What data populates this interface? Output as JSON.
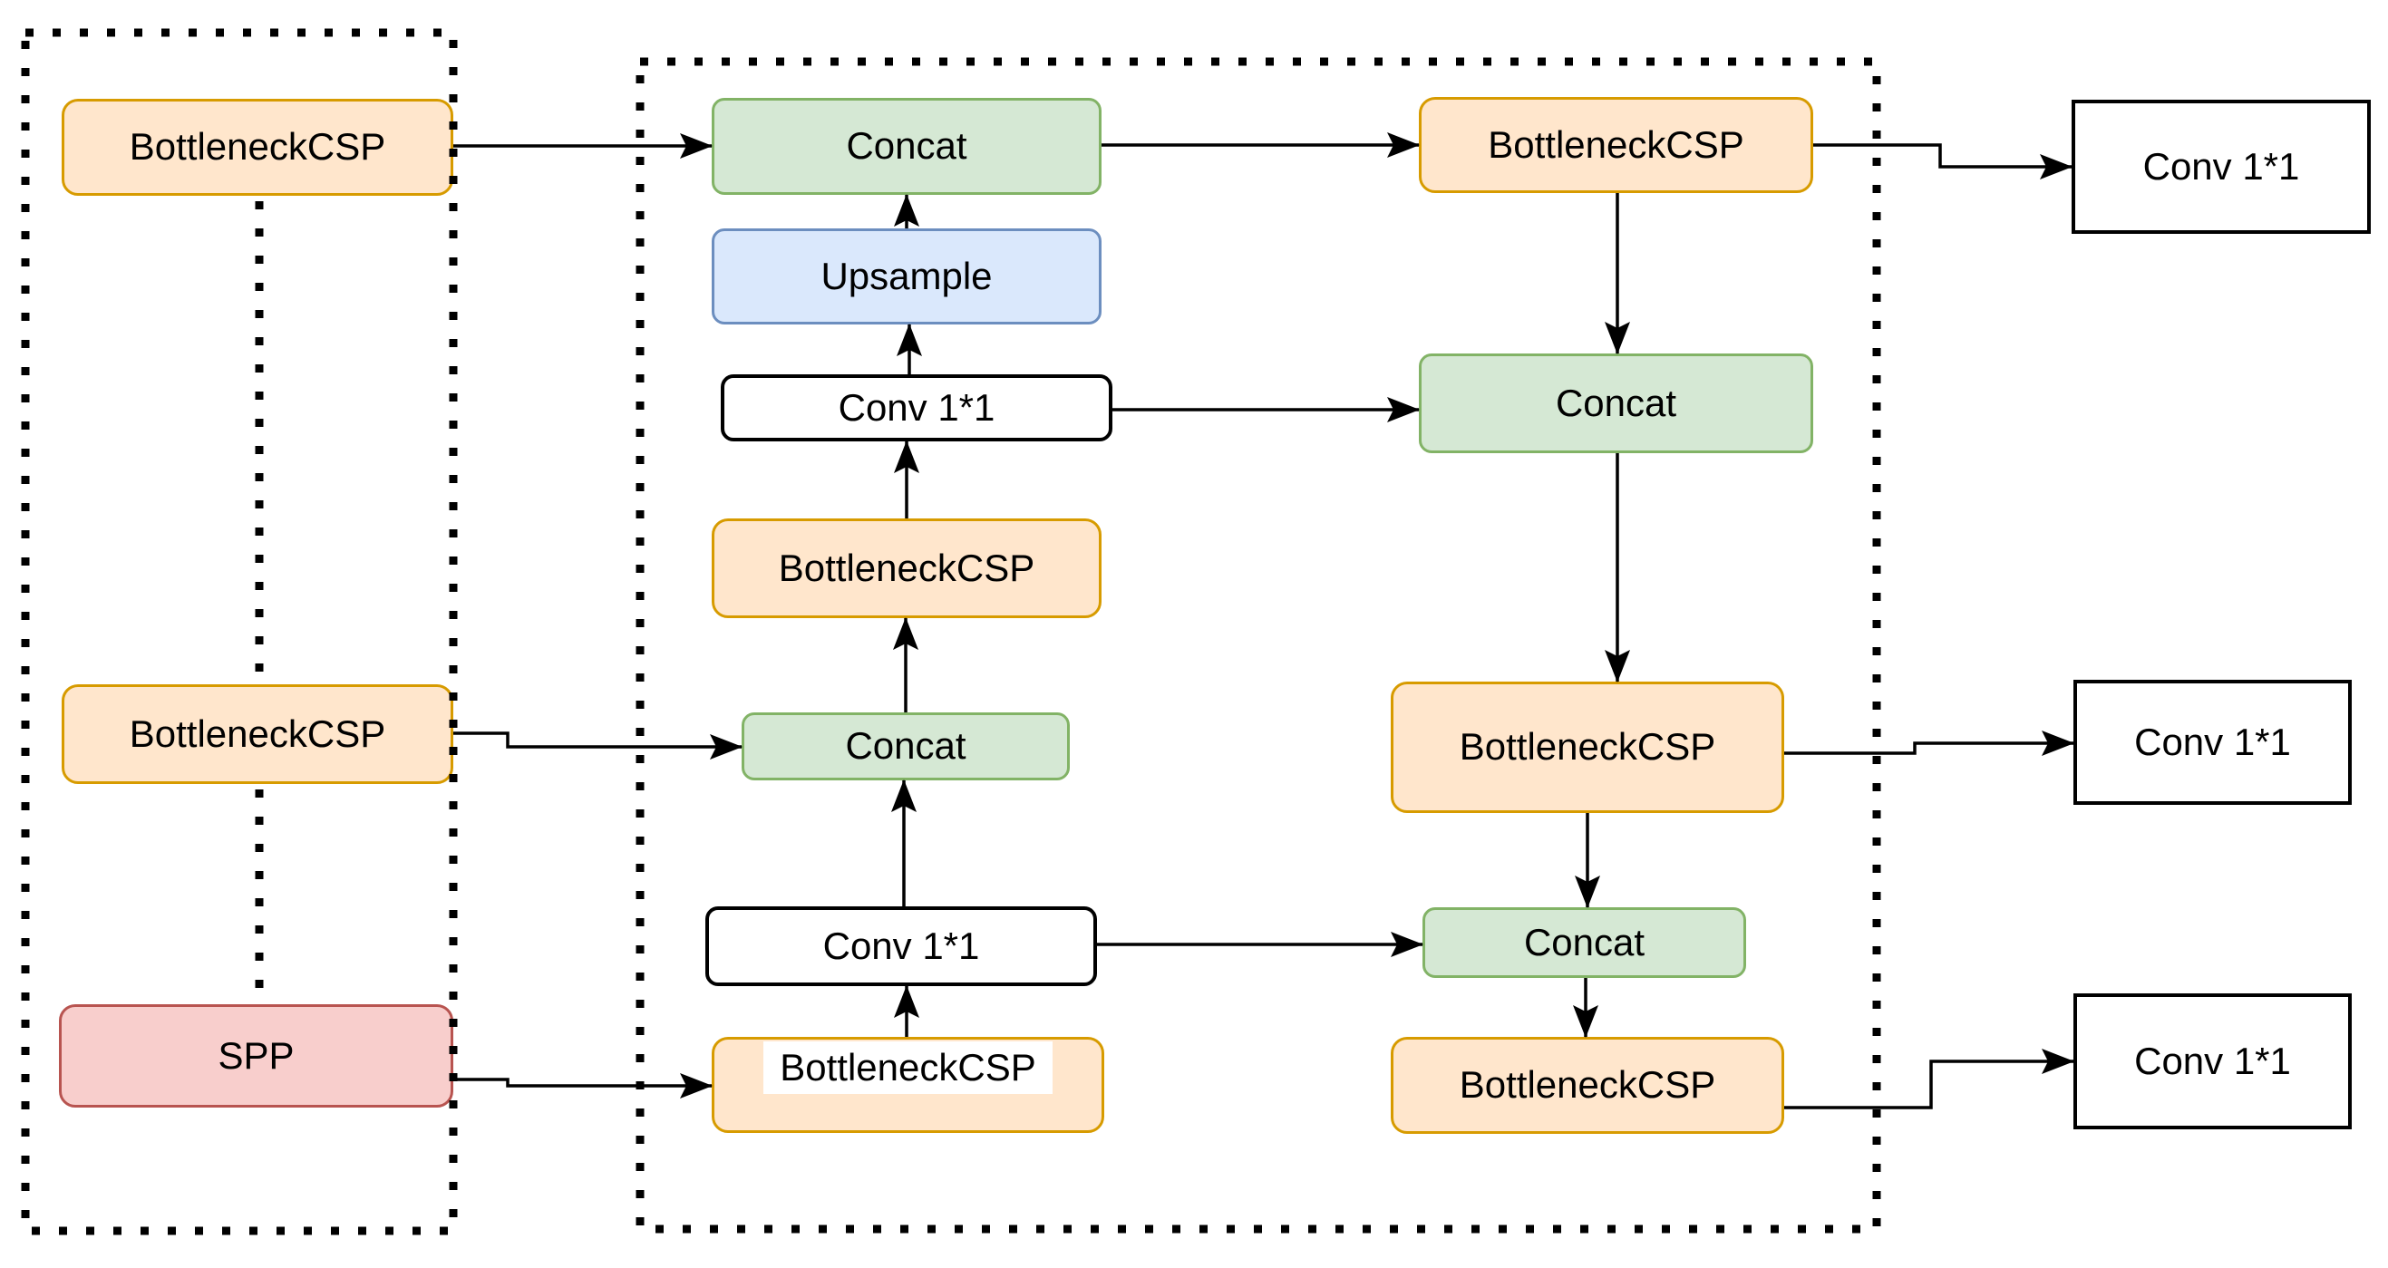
{
  "diagram": {
    "type": "flowchart",
    "description": "Object-detection network neck/head diagram with backbone outputs (BottleneckCSP, SPP), FPN-style neck (Concat, Upsample, Conv 1*1, BottleneckCSP) and three Conv 1*1 output heads",
    "colors": {
      "orange_fill": "#FFE6CC",
      "orange_stroke": "#D79B00",
      "green_fill": "#D5E8D4",
      "green_stroke": "#82B366",
      "blue_fill": "#DAE8FC",
      "blue_stroke": "#6C8EBF",
      "red_fill": "#F8CECC",
      "red_stroke": "#B85450",
      "white_fill": "#FFFFFF",
      "line": "#000000"
    },
    "nodes": {
      "backbone_csp_top": {
        "label": "BottleneckCSP"
      },
      "backbone_csp_mid": {
        "label": "BottleneckCSP"
      },
      "spp": {
        "label": "SPP"
      },
      "neck_concat_top": {
        "label": "Concat"
      },
      "upsample": {
        "label": "Upsample"
      },
      "conv_upper": {
        "label": "Conv 1*1"
      },
      "neck_csp_mid": {
        "label": "BottleneckCSP"
      },
      "neck_concat_mid": {
        "label": "Concat"
      },
      "conv_lower": {
        "label": "Conv 1*1"
      },
      "neck_csp_bottom": {
        "label": "BottleneckCSP"
      },
      "head_csp_top": {
        "label": "BottleneckCSP"
      },
      "head_concat_top": {
        "label": "Concat"
      },
      "head_csp_mid": {
        "label": "BottleneckCSP"
      },
      "head_concat_bottom": {
        "label": "Concat"
      },
      "head_csp_bottom": {
        "label": "BottleneckCSP"
      },
      "out_conv_top": {
        "label": "Conv 1*1"
      },
      "out_conv_mid": {
        "label": "Conv 1*1"
      },
      "out_conv_bottom": {
        "label": "Conv 1*1"
      }
    }
  }
}
